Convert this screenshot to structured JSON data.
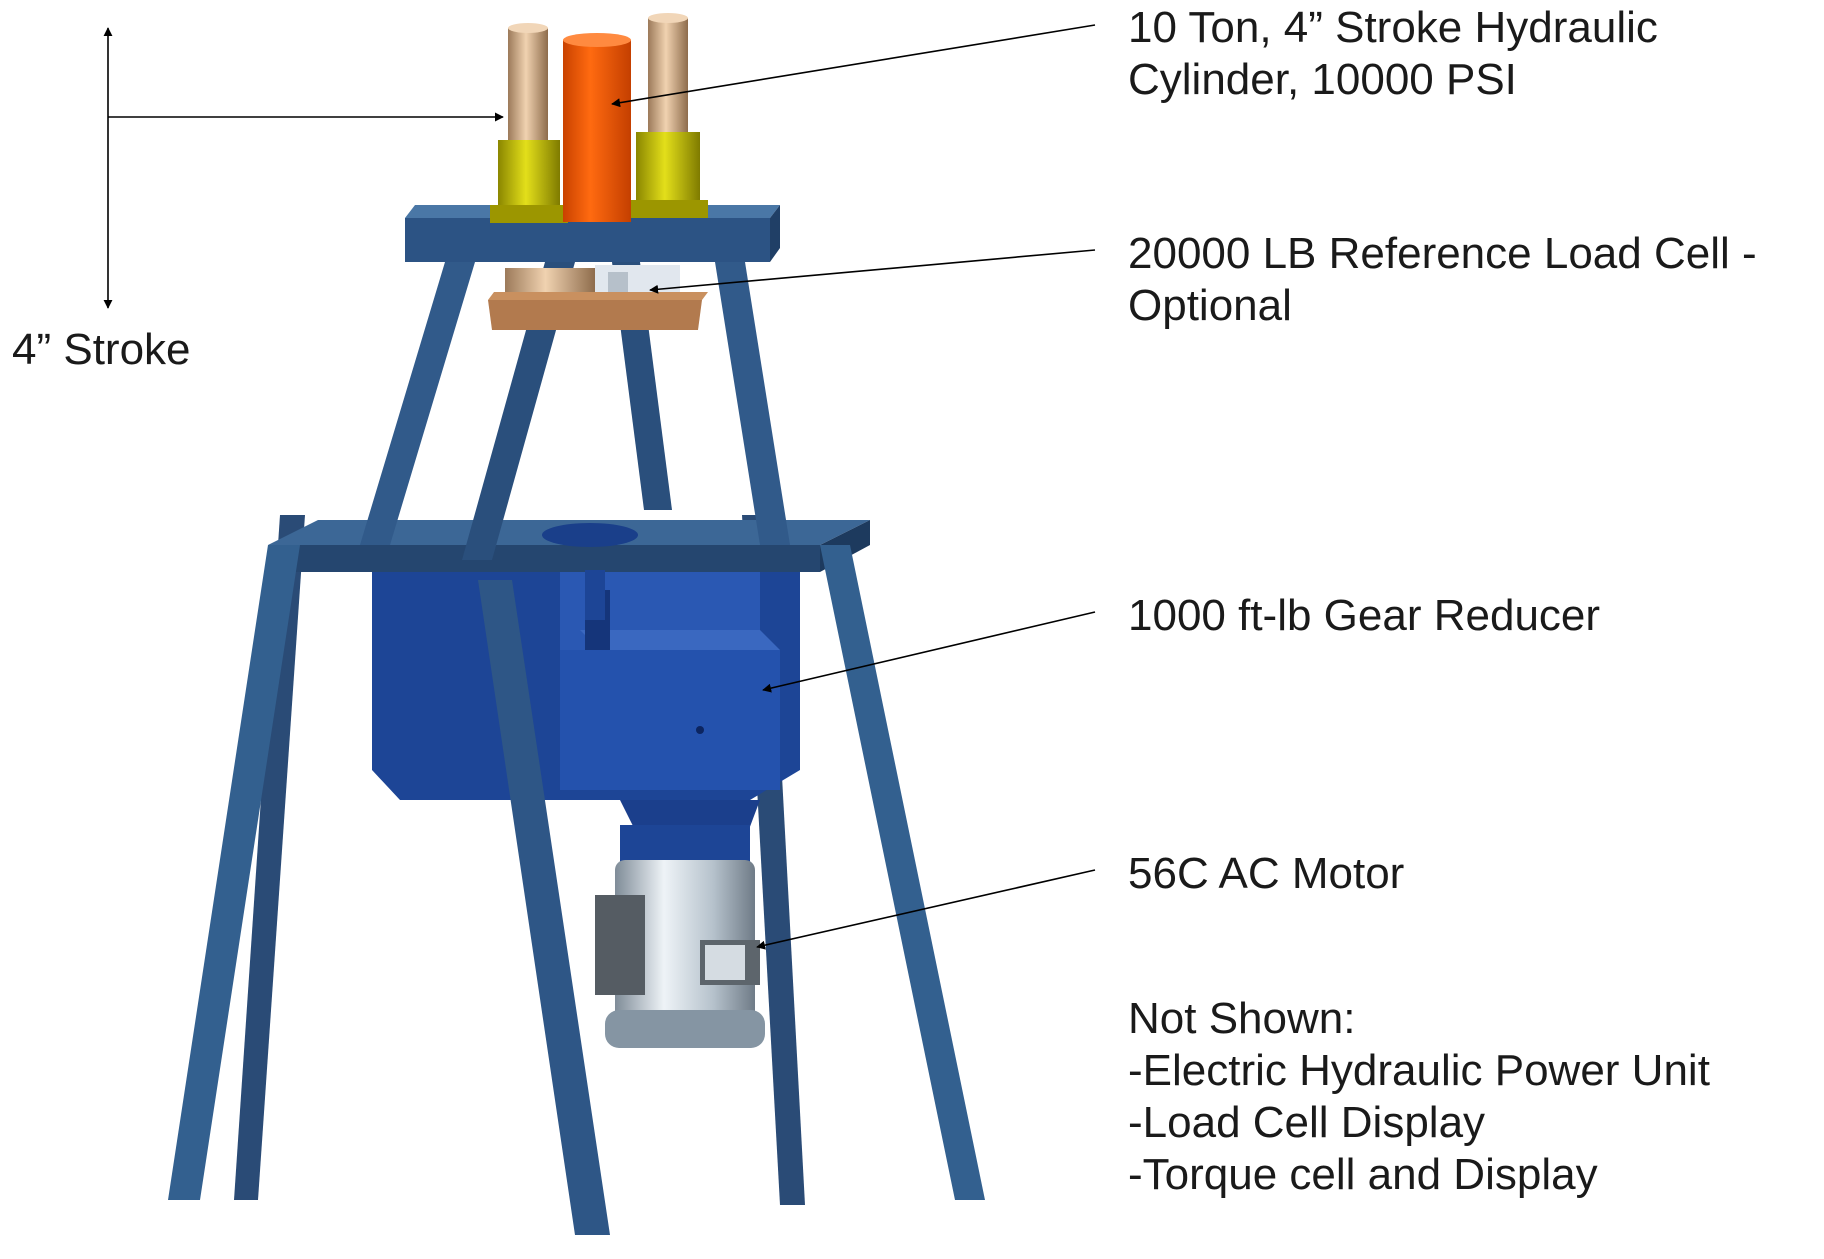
{
  "colors": {
    "frame": "#2f5483",
    "frame_dark": "#213d62",
    "frame_light": "#3d6896",
    "gearbox": "#1f4aa0",
    "motor": "#c9d3dc",
    "cylinder_center": "#f35a0a",
    "cylinder_side": "#d9b28a",
    "cylinder_collar": "#c9c400",
    "load_cell_plate": "#b27a4e",
    "load_cell": "#dfe6ee"
  },
  "labels": {
    "stroke": "4” Stroke",
    "cylinder": [
      "10 Ton, 4” Stroke Hydraulic",
      "Cylinder, 10000 PSI"
    ],
    "load_cell": [
      "20000 LB Reference Load Cell -",
      "Optional"
    ],
    "gear_reducer": "1000 ft-lb Gear Reducer",
    "motor": "56C AC Motor",
    "not_shown": [
      "Not Shown:",
      "-Electric Hydraulic Power Unit",
      "-Load Cell Display",
      "-Torque cell and Display"
    ]
  }
}
